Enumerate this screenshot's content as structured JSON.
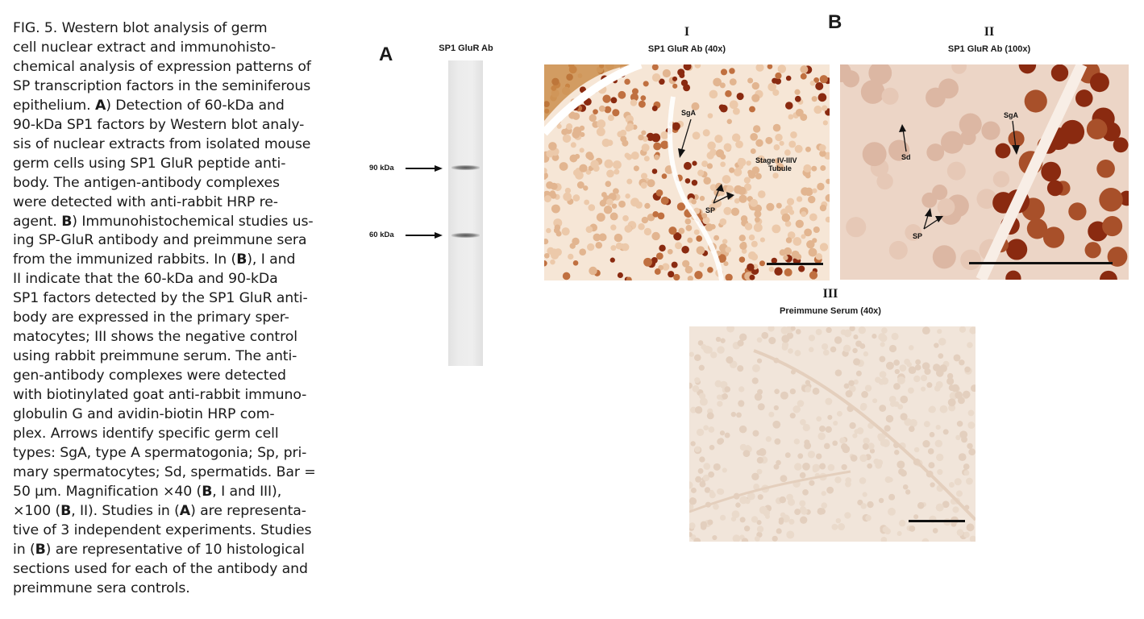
{
  "caption": {
    "lines": [
      [
        {
          "t": "FIG. 5.   Western blot analysis of germ"
        }
      ],
      [
        {
          "t": "cell nuclear extract and immunohisto-"
        }
      ],
      [
        {
          "t": "chemical analysis of expression patterns of"
        }
      ],
      [
        {
          "t": "SP transcription factors in the seminiferous"
        }
      ],
      [
        {
          "t": "epithelium. "
        },
        {
          "t": "A",
          "b": true
        },
        {
          "t": ") Detection of 60-kDa and"
        }
      ],
      [
        {
          "t": "90-kDa SP1 factors by Western blot analy-"
        }
      ],
      [
        {
          "t": "sis of nuclear extracts from isolated mouse"
        }
      ],
      [
        {
          "t": "germ cells using SP1 GluR peptide anti-"
        }
      ],
      [
        {
          "t": "body. The antigen-antibody complexes"
        }
      ],
      [
        {
          "t": "were detected with anti-rabbit HRP re-"
        }
      ],
      [
        {
          "t": "agent. "
        },
        {
          "t": "B",
          "b": true
        },
        {
          "t": ") Immunohistochemical studies us-"
        }
      ],
      [
        {
          "t": "ing SP-GluR antibody and preimmune sera"
        }
      ],
      [
        {
          "t": "from the immunized rabbits. In ("
        },
        {
          "t": "B",
          "b": true
        },
        {
          "t": "), I and"
        }
      ],
      [
        {
          "t": "II indicate that the 60-kDa and 90-kDa"
        }
      ],
      [
        {
          "t": "SP1 factors detected by the SP1 GluR anti-"
        }
      ],
      [
        {
          "t": "body are expressed in the primary sper-"
        }
      ],
      [
        {
          "t": "matocytes; III shows the negative control"
        }
      ],
      [
        {
          "t": "using rabbit preimmune serum. The anti-"
        }
      ],
      [
        {
          "t": "gen-antibody complexes were detected"
        }
      ],
      [
        {
          "t": "with biotinylated goat anti-rabbit immuno-"
        }
      ],
      [
        {
          "t": "globulin G and avidin-biotin HRP com-"
        }
      ],
      [
        {
          "t": "plex. Arrows identify specific germ cell"
        }
      ],
      [
        {
          "t": "types: SgA, type A spermatogonia; Sp, pri-"
        }
      ],
      [
        {
          "t": "mary spermatocytes; Sd, spermatids. Bar ="
        }
      ],
      [
        {
          "t": "50 µm. Magnification ×40 ("
        },
        {
          "t": "B",
          "b": true
        },
        {
          "t": ", I and III),"
        }
      ],
      [
        {
          "t": "×100 ("
        },
        {
          "t": "B",
          "b": true
        },
        {
          "t": ", II). Studies in ("
        },
        {
          "t": "A",
          "b": true
        },
        {
          "t": ") are representa-"
        }
      ],
      [
        {
          "t": "tive of 3 independent experiments. Studies"
        }
      ],
      [
        {
          "t": "in ("
        },
        {
          "t": "B",
          "b": true
        },
        {
          "t": ") are representative of 10 histological"
        }
      ],
      [
        {
          "t": "sections used for each of the antibody and"
        }
      ],
      [
        {
          "t": "preimmune sera controls."
        }
      ]
    ]
  },
  "panel_a": {
    "letter": "A",
    "title": "SP1 GluR Ab",
    "markers": [
      "90 kDa",
      "60 kDa"
    ]
  },
  "panel_b": {
    "letter": "B",
    "i": {
      "numeral": "I",
      "title": "SP1 GluR Ab (40x)",
      "labels": {
        "sga": "SgA",
        "sp": "SP",
        "stage1": "Stage IV-IIIV",
        "stage2": "Tubule"
      }
    },
    "ii": {
      "numeral": "II",
      "title": "SP1 GluR Ab (100x)",
      "labels": {
        "sga": "SgA",
        "sd": "Sd",
        "sp": "SP"
      }
    },
    "iii": {
      "numeral": "III",
      "title": "Preimmune Serum (40x)"
    }
  },
  "colors": {
    "stain_dark": "#8a2a10",
    "stain_mid": "#c07040",
    "stain_light": "#f3e2d2",
    "preimmune": "#eedfd0"
  }
}
